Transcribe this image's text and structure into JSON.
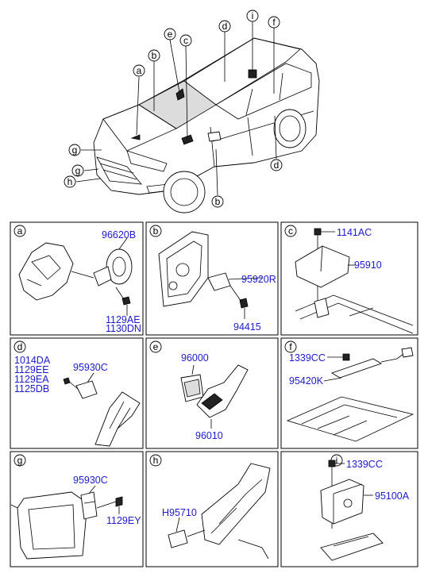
{
  "callouts": {
    "a": "a",
    "b": "b",
    "c": "c",
    "d": "d",
    "e": "e",
    "f": "f",
    "g": "g",
    "h": "h",
    "i": "i"
  },
  "panels": {
    "a": {
      "letter": "a",
      "parts": [
        "96620B",
        "1129AE",
        "1130DN"
      ]
    },
    "b": {
      "letter": "b",
      "parts": [
        "95920R",
        "94415"
      ]
    },
    "c": {
      "letter": "c",
      "parts": [
        "1141AC",
        "95910"
      ]
    },
    "d": {
      "letter": "d",
      "parts": [
        "1014DA",
        "1129EE",
        "1129EA",
        "1125DB",
        "95930C"
      ]
    },
    "e": {
      "letter": "e",
      "parts": [
        "96000",
        "96010"
      ]
    },
    "f": {
      "letter": "f",
      "parts": [
        "1339CC",
        "95420K"
      ]
    },
    "g": {
      "letter": "g",
      "parts": [
        "95930C",
        "1129EY"
      ]
    },
    "h": {
      "letter": "h",
      "parts": [
        "H95710"
      ]
    },
    "i": {
      "letter": "i",
      "parts": [
        "1339CC",
        "95100A"
      ]
    }
  }
}
